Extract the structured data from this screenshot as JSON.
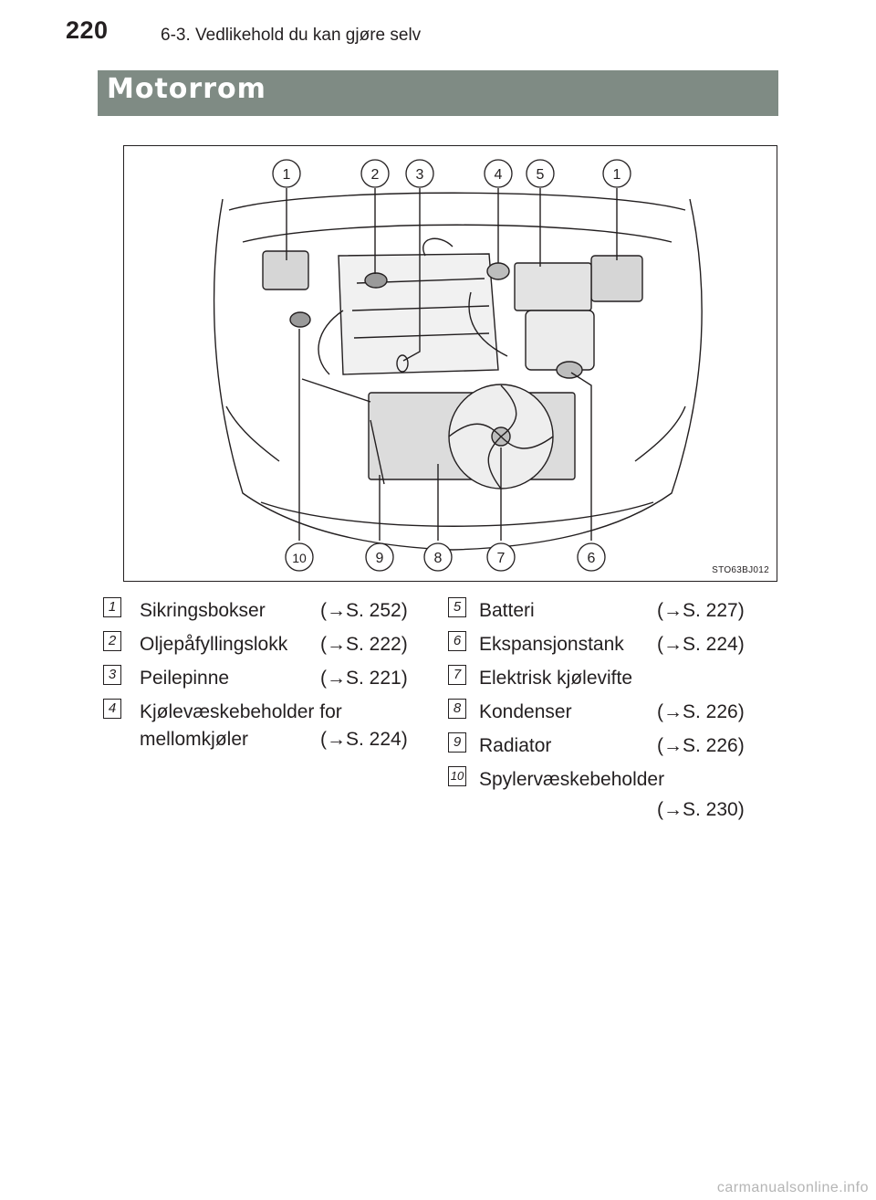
{
  "header": {
    "page_number": "220",
    "section": "6-3. Vedlikehold du kan gjøre selv"
  },
  "section_title": "Motorrom",
  "figure": {
    "code": "STO63BJ012",
    "callouts_top": [
      "1",
      "2",
      "3",
      "4",
      "5",
      "1"
    ],
    "callouts_bottom": [
      "10",
      "9",
      "8",
      "7",
      "6"
    ]
  },
  "legend": [
    {
      "num": "1",
      "label": "Sikringsbokser",
      "ref": "(→S. 252)"
    },
    {
      "num": "2",
      "label": "Oljepåfyllingslokk",
      "ref": "(→S. 222)"
    },
    {
      "num": "3",
      "label": "Peilepinne",
      "ref": "(→S. 221)"
    },
    {
      "num": "4",
      "label": "Kjølevæskebeholder for",
      "label2": "mellomkjøler",
      "ref": "(→S. 224)"
    },
    {
      "num": "5",
      "label": "Batteri",
      "ref": "(→S. 227)"
    },
    {
      "num": "6",
      "label": "Ekspansjonstank",
      "ref": "(→S. 224)"
    },
    {
      "num": "7",
      "label": "Elektrisk kjølevifte",
      "ref": ""
    },
    {
      "num": "8",
      "label": "Kondenser",
      "ref": "(→S. 226)"
    },
    {
      "num": "9",
      "label": "Radiator",
      "ref": "(→S. 226)"
    },
    {
      "num": "10",
      "label": "Spylervæskebeholder",
      "ref": "(→S. 230)"
    }
  ],
  "footer": {
    "watermark": "carmanualsonline.info"
  }
}
